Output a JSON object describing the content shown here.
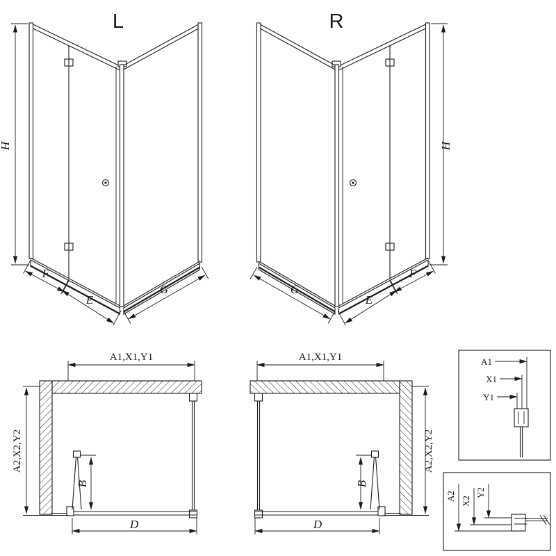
{
  "views": {
    "iso_left": {
      "label": "L",
      "h": "H",
      "f": "F",
      "e": "E",
      "g": "G"
    },
    "iso_right": {
      "label": "R",
      "h": "H",
      "f": "F",
      "e": "E",
      "g": "G"
    },
    "plan_left": {
      "top": "A1,X1,Y1",
      "side": "A2,X2,Y2",
      "b": "B",
      "d": "D"
    },
    "plan_right": {
      "top": "A1,X1,Y1",
      "side": "A2,X2,Y2",
      "b": "B",
      "d": "D"
    },
    "detail_top": {
      "a": "A1",
      "x": "X1",
      "y": "Y1"
    },
    "detail_bottom": {
      "a": "A2",
      "x": "X2",
      "y": "Y2"
    }
  },
  "colors": {
    "line": "#1a1a1a",
    "background": "#ffffff"
  }
}
